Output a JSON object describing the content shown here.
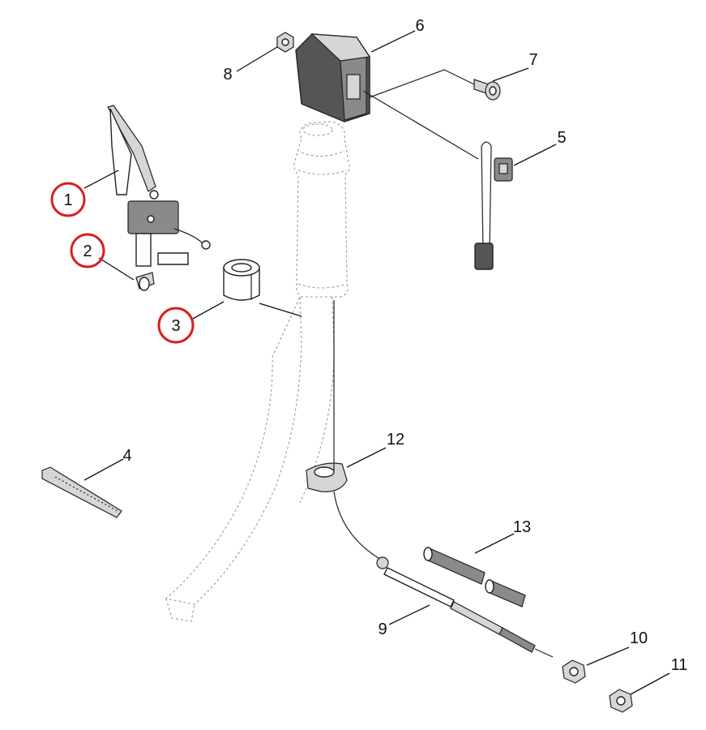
{
  "callouts": {
    "c1": "1",
    "c2": "2",
    "c3": "3",
    "c4": "4",
    "c5": "5",
    "c6": "6",
    "c7": "7",
    "c8": "8",
    "c9": "9",
    "c10": "10",
    "c11": "11",
    "c12": "12",
    "c13": "13"
  },
  "highlight_color": "#d81e1e"
}
